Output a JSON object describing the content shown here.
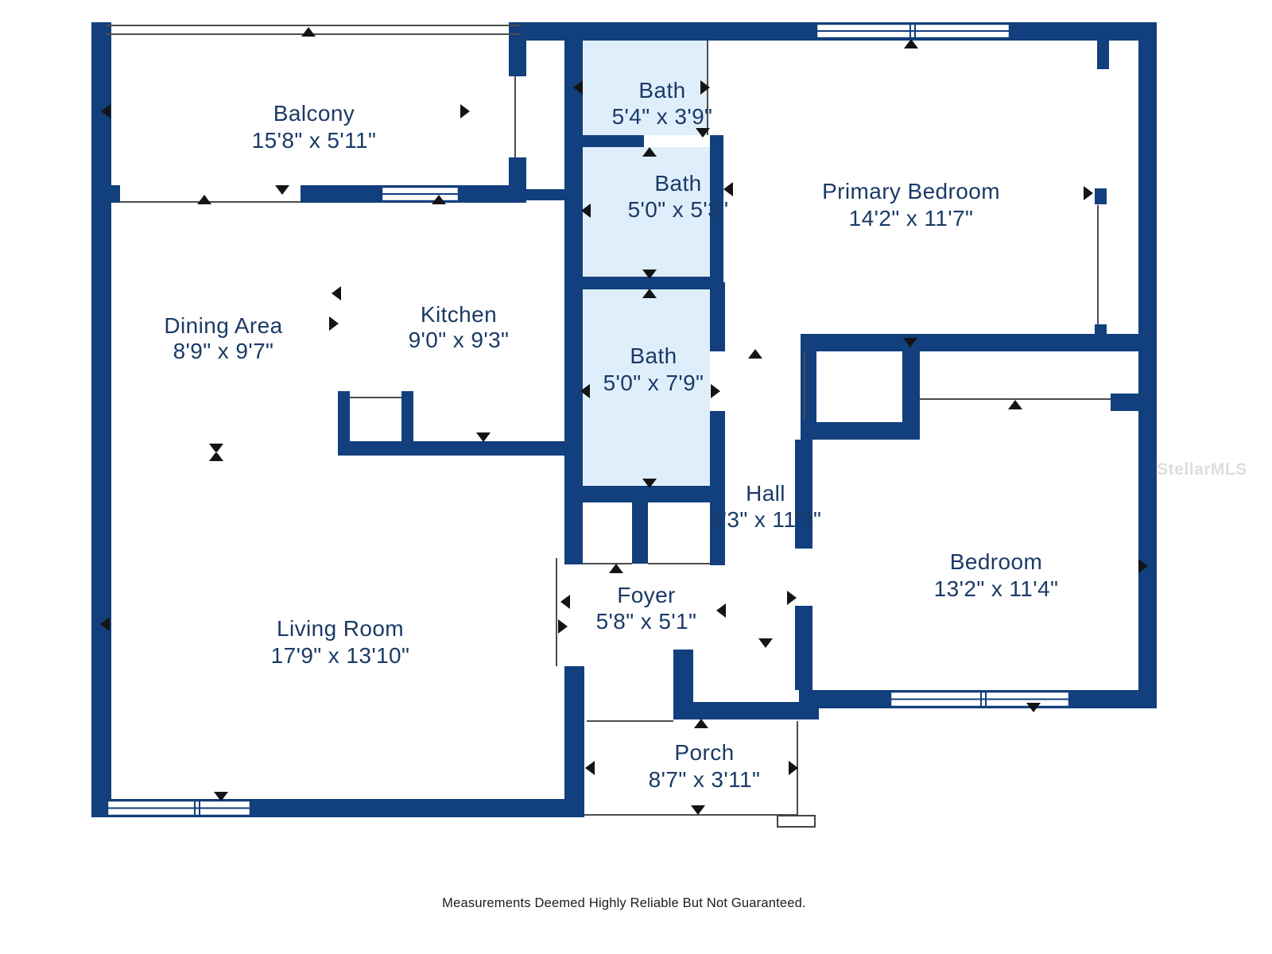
{
  "colors": {
    "wall": "#123f7d",
    "bath_fill": "#deeefb",
    "label": "#1b3a66",
    "marker": "#141414",
    "thin_line": "#4d4d4d",
    "watermark": "#d8d8d8",
    "footer_text": "#1c1c1c",
    "background": "#ffffff"
  },
  "rooms": [
    {
      "name": "Balcony",
      "dimensions": "15'8\" x 5'11\""
    },
    {
      "name": "Bath",
      "dimensions": "5'4\" x 3'9\""
    },
    {
      "name": "Bath",
      "dimensions": "5'0\" x 5'3\""
    },
    {
      "name": "Primary Bedroom",
      "dimensions": "14'2\" x 11'7\""
    },
    {
      "name": "Dining Area",
      "dimensions": "8'9\" x 9'7\""
    },
    {
      "name": "Kitchen",
      "dimensions": "9'0\" x 9'3\""
    },
    {
      "name": "Bath",
      "dimensions": "5'0\" x 7'9\""
    },
    {
      "name": "Hall",
      "dimensions": "3'3\" x 11'3\""
    },
    {
      "name": "Bedroom",
      "dimensions": "13'2\" x 11'4\""
    },
    {
      "name": "Living Room",
      "dimensions": "17'9\" x 13'10\""
    },
    {
      "name": "Foyer",
      "dimensions": "5'8\" x 5'1\""
    },
    {
      "name": "Porch",
      "dimensions": "8'7\" x 3'11\""
    }
  ],
  "watermark": {
    "text": "StellarMLS"
  },
  "footer": {
    "disclaimer": "Measurements Deemed Highly Reliable But Not Guaranteed."
  }
}
